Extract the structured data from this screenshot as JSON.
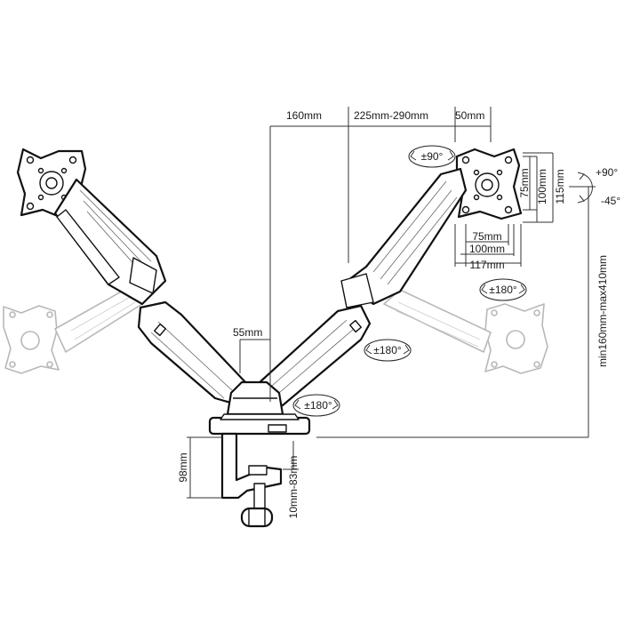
{
  "dimensions": {
    "d160": "160mm",
    "d225": "225mm-290mm",
    "d50": "50mm",
    "d55": "55mm",
    "d75v": "75mm",
    "d100v": "100mm",
    "d115v": "115mm",
    "d75h": "75mm",
    "d100h": "100mm",
    "d117h": "117mm",
    "height_range": "min160mm-max410mm",
    "d98": "98mm",
    "clamp": "10mm-83mm"
  },
  "rotations": {
    "swivel_top": "±90°",
    "rot_right": "±180°",
    "rot_mid": "±180°",
    "rot_base": "±180°",
    "tilt_up": "+90°",
    "tilt_down": "-45°"
  }
}
